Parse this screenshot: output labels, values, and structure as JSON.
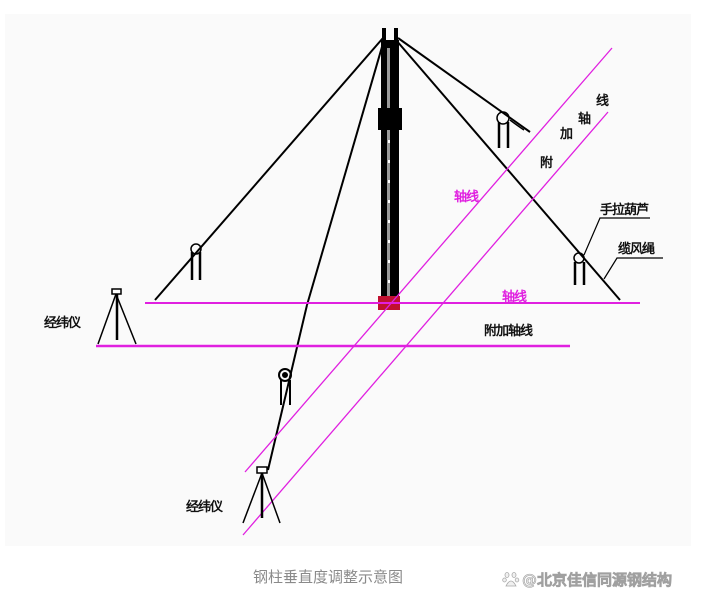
{
  "figure": {
    "title": "钢柱垂直度调整示意图",
    "watermark": "@北京佳信同源钢结构",
    "watermark_icon": "baidu-paw-icon"
  },
  "labels": {
    "theodolite_left": "经纬仪",
    "theodolite_bottom": "经纬仪",
    "axis_line_diag": "轴线",
    "axis_line_horiz": "轴线",
    "aux_axis_horiz": "附加轴线",
    "aux_axis_diag": [
      "附",
      "加",
      "轴",
      "线"
    ],
    "chain_hoist": "手拉葫芦",
    "guy_rope": "缆风绳"
  },
  "colors": {
    "axis_line": "#e020e0",
    "structure": "#000000",
    "panel_bg": "#fafafa",
    "caption": "#8a8a8a"
  }
}
